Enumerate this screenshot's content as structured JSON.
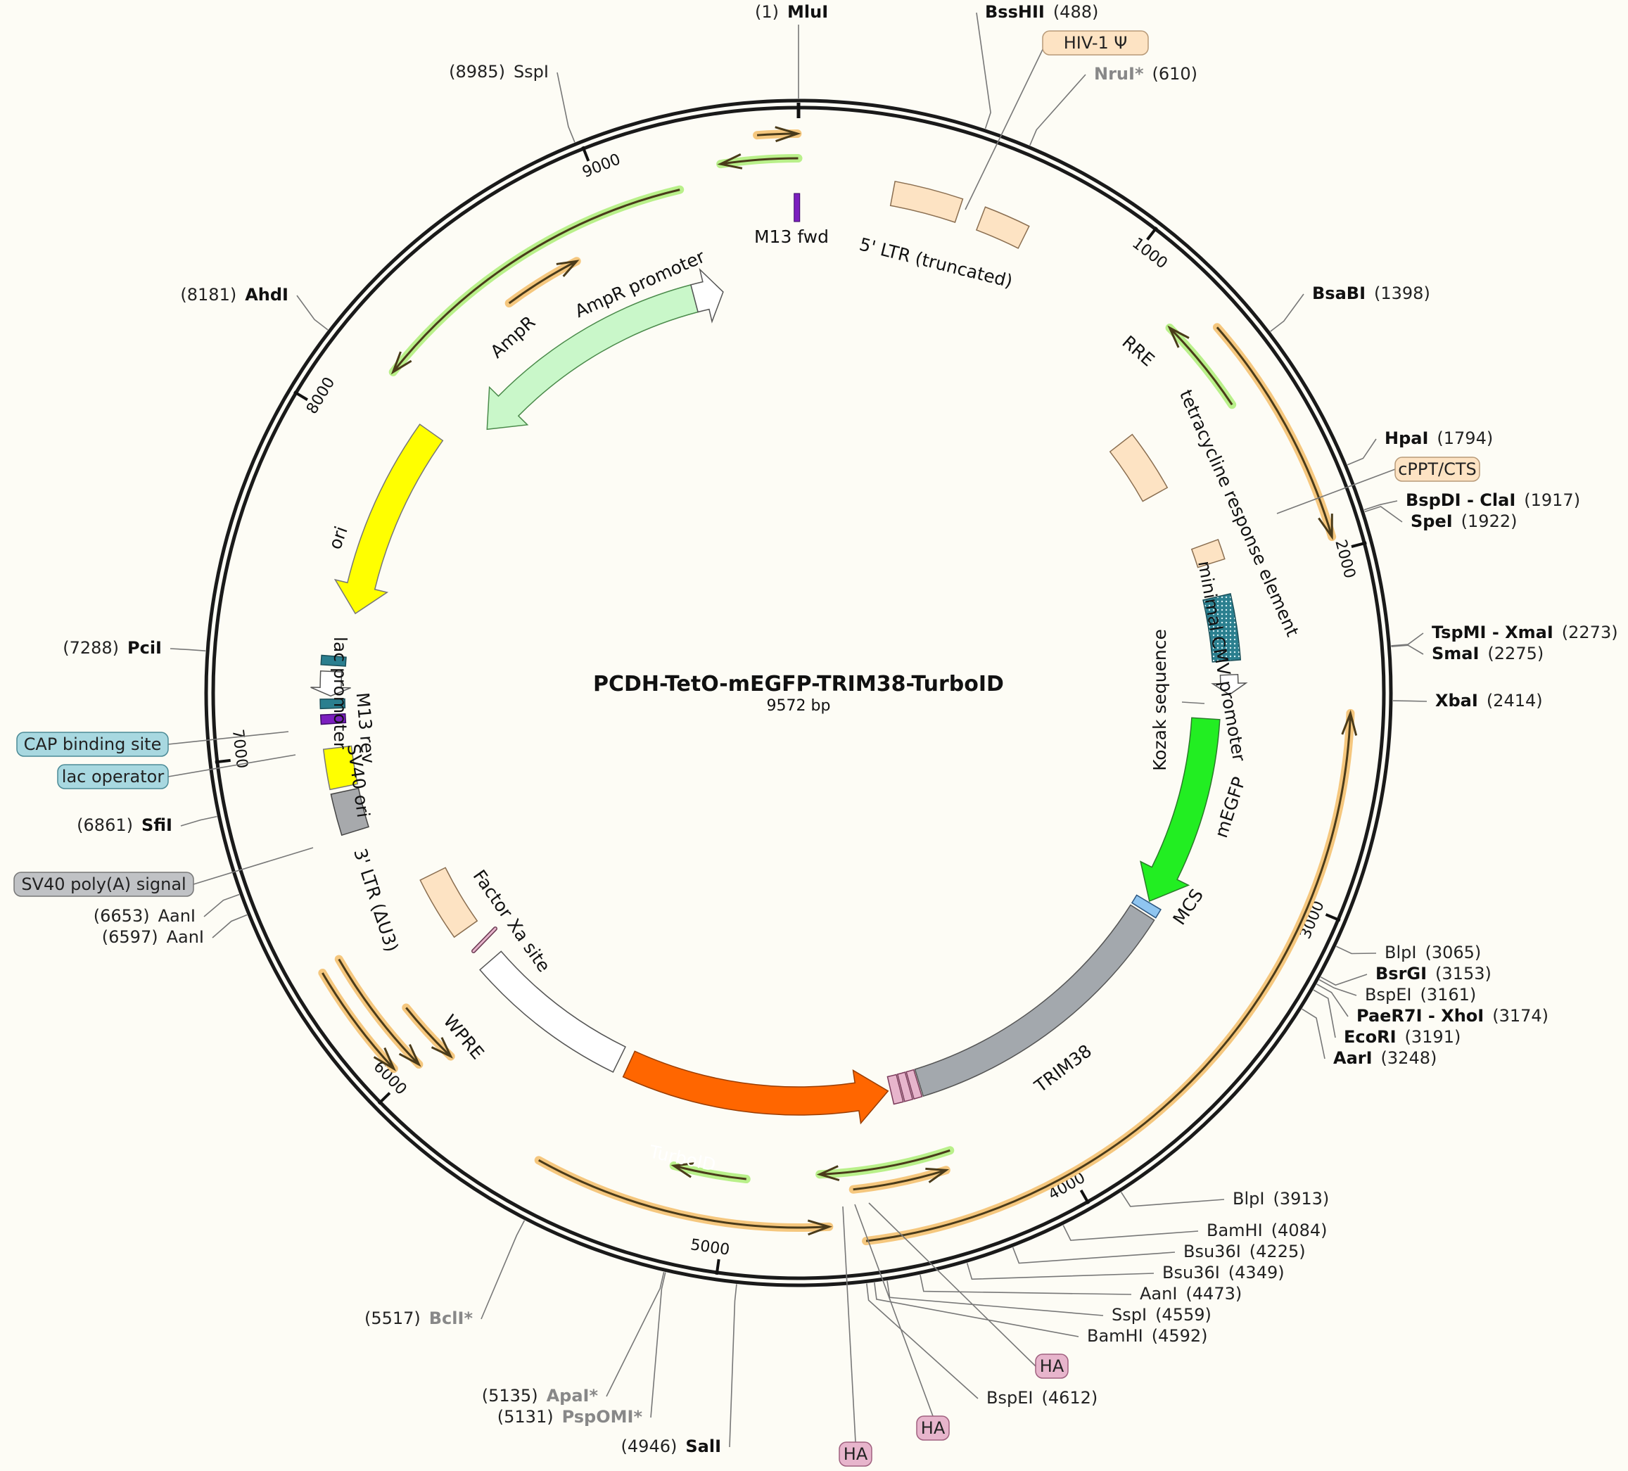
{
  "plasmid": {
    "name": "PCDH-TetO-mEGFP-TRIM38-TurboID",
    "size_label": "9572 bp",
    "length": 9572
  },
  "colors": {
    "backbone": "#1a1a1a",
    "orange_arrow": "#f5c77e",
    "green_arrow": "#b9f08a",
    "ltr": "#fde3c3",
    "ampr": "#c9f7c9",
    "ori": "#ffff00",
    "mEGFP": "#22ee22",
    "TRIM38": "#a3a8ad",
    "TurboID": "#ff6600",
    "WPRE": "#ffffff",
    "tre": "#2b7f8f",
    "sv40": "#a7a9ac",
    "ha": "#e7b5cc",
    "cap": "#a8d8e0"
  },
  "ticks": [
    {
      "pos": 1000,
      "label": "1000"
    },
    {
      "pos": 2000,
      "label": "2000"
    },
    {
      "pos": 3000,
      "label": "3000"
    },
    {
      "pos": 4000,
      "label": "4000"
    },
    {
      "pos": 5000,
      "label": "5000"
    },
    {
      "pos": 6000,
      "label": "6000"
    },
    {
      "pos": 7000,
      "label": "7000"
    },
    {
      "pos": 8000,
      "label": "8000"
    },
    {
      "pos": 9000,
      "label": "9000"
    }
  ],
  "sites": [
    {
      "id": "mlui",
      "num": "(1)",
      "name": "MluI",
      "style": "bold"
    },
    {
      "id": "bsshii",
      "num": "(488)",
      "name": "BssHII",
      "style": "bold"
    },
    {
      "id": "nrui",
      "num": "(610)",
      "name": "NruI*",
      "style": "gray"
    },
    {
      "id": "bsabi",
      "num": "(1398)",
      "name": "BsaBI",
      "style": "bold"
    },
    {
      "id": "hpai",
      "num": "(1794)",
      "name": "HpaI",
      "style": "bold"
    },
    {
      "id": "bspdi",
      "num": "(1917)",
      "name": "BspDI - ClaI",
      "style": "bold"
    },
    {
      "id": "spei",
      "num": "(1922)",
      "name": "SpeI",
      "style": "bold"
    },
    {
      "id": "tspmi",
      "num": "(2273)",
      "name": "TspMI - XmaI",
      "style": "bold"
    },
    {
      "id": "smai",
      "num": "(2275)",
      "name": "SmaI",
      "style": "bold"
    },
    {
      "id": "xbai",
      "num": "(2414)",
      "name": "XbaI",
      "style": "bold"
    },
    {
      "id": "blpi1",
      "num": "(3065)",
      "name": "BlpI",
      "style": "plain"
    },
    {
      "id": "bsrgi",
      "num": "(3153)",
      "name": "BsrGI",
      "style": "bold"
    },
    {
      "id": "bspei1",
      "num": "(3161)",
      "name": "BspEI",
      "style": "plain"
    },
    {
      "id": "xhoi",
      "num": "(3174)",
      "name": "PaeR7I - XhoI",
      "style": "bold"
    },
    {
      "id": "ecori",
      "num": "(3191)",
      "name": "EcoRI",
      "style": "bold"
    },
    {
      "id": "aari",
      "num": "(3248)",
      "name": "AarI",
      "style": "bold"
    },
    {
      "id": "blpi2",
      "num": "(3913)",
      "name": "BlpI",
      "style": "plain"
    },
    {
      "id": "bamhi1",
      "num": "(4084)",
      "name": "BamHI",
      "style": "plain"
    },
    {
      "id": "bsu1",
      "num": "(4225)",
      "name": "Bsu36I",
      "style": "plain"
    },
    {
      "id": "bsu2",
      "num": "(4349)",
      "name": "Bsu36I",
      "style": "plain"
    },
    {
      "id": "aani1",
      "num": "(4473)",
      "name": "AanI",
      "style": "plain"
    },
    {
      "id": "sspi1",
      "num": "(4559)",
      "name": "SspI",
      "style": "plain"
    },
    {
      "id": "bamhi2",
      "num": "(4592)",
      "name": "BamHI",
      "style": "plain"
    },
    {
      "id": "bspei2",
      "num": "(4612)",
      "name": "BspEI",
      "style": "plain"
    },
    {
      "id": "sali",
      "num": "(4946)",
      "name": "SalI",
      "style": "bold"
    },
    {
      "id": "pspomi",
      "num": "(5131)",
      "name": "PspOMI*",
      "style": "gray"
    },
    {
      "id": "apai",
      "num": "(5135)",
      "name": "ApaI*",
      "style": "gray"
    },
    {
      "id": "bcli",
      "num": "(5517)",
      "name": "BclI*",
      "style": "gray"
    },
    {
      "id": "aani2",
      "num": "(6597)",
      "name": "AanI",
      "style": "plain"
    },
    {
      "id": "aani3",
      "num": "(6653)",
      "name": "AanI",
      "style": "plain"
    },
    {
      "id": "sfii",
      "num": "(6861)",
      "name": "SfiI",
      "style": "bold"
    },
    {
      "id": "pcii",
      "num": "(7288)",
      "name": "PciI",
      "style": "bold"
    },
    {
      "id": "ahdi",
      "num": "(8181)",
      "name": "AhdI",
      "style": "bold"
    },
    {
      "id": "sspi2",
      "num": "(8985)",
      "name": "SspI",
      "style": "plain"
    }
  ],
  "features": [
    {
      "id": "m13fwd",
      "label": "M13 fwd"
    },
    {
      "id": "ltr5",
      "label": "5' LTR (truncated)"
    },
    {
      "id": "rre",
      "label": "RRE"
    },
    {
      "id": "tre",
      "label": "tetracycline response element"
    },
    {
      "id": "mincmv",
      "label": "minimal CMV promoter"
    },
    {
      "id": "kozak",
      "label": "Kozak sequence"
    },
    {
      "id": "megfp",
      "label": "mEGFP"
    },
    {
      "id": "mcs",
      "label": "MCS"
    },
    {
      "id": "trim38",
      "label": "TRIM38"
    },
    {
      "id": "turboid",
      "label": "TurboID"
    },
    {
      "id": "wpre",
      "label": "WPRE"
    },
    {
      "id": "ltr3",
      "label": "3' LTR (ΔU3)"
    },
    {
      "id": "factorxa",
      "label": "Factor Xa site"
    },
    {
      "id": "sv40ori",
      "label": "SV40 ori"
    },
    {
      "id": "m13rev",
      "label": "M13 rev"
    },
    {
      "id": "lacprom",
      "label": "lac promoter"
    },
    {
      "id": "ori",
      "label": "ori"
    },
    {
      "id": "ampr",
      "label": "AmpR"
    },
    {
      "id": "amprprom",
      "label": "AmpR promoter"
    }
  ],
  "badges": [
    {
      "id": "hiv",
      "label": "HIV-1 Ψ"
    },
    {
      "id": "cppt",
      "label": "cPPT/CTS"
    },
    {
      "id": "cap",
      "label": "CAP binding site"
    },
    {
      "id": "lacop",
      "label": "lac operator"
    },
    {
      "id": "sv40pa",
      "label": "SV40 poly(A) signal"
    },
    {
      "id": "ha1",
      "label": "HA"
    },
    {
      "id": "ha2",
      "label": "HA"
    },
    {
      "id": "ha3",
      "label": "HA"
    }
  ]
}
